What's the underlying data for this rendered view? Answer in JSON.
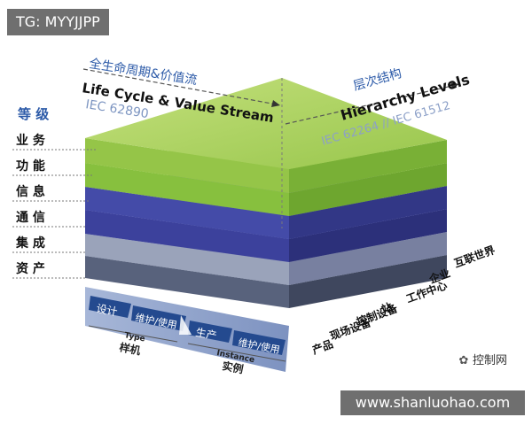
{
  "tag_label": "TG: MYYJJPP",
  "site_label": "www.shanluohao.com",
  "watermark": {
    "icon": "wechat-icon",
    "text": "控制网"
  },
  "axes": {
    "lifecycle_cn": "全生命周期&价值流",
    "lifecycle_en": "Life Cycle & Value Stream",
    "lifecycle_std": "IEC 62890",
    "hierarchy_cn": "层次结构",
    "hierarchy_en": "Hierarchy Levels",
    "hierarchy_std": "IEC 62264 // IEC 61512"
  },
  "layers_title": "等 级",
  "layers": [
    {
      "label": "业 务",
      "color": "#97c54b"
    },
    {
      "label": "功 能",
      "color": "#86bf3c"
    },
    {
      "label": "信 息",
      "color": "#424aa6"
    },
    {
      "label": "通 信",
      "color": "#3a3f9c"
    },
    {
      "label": "集 成",
      "color": "#8f98b0"
    },
    {
      "label": "资 产",
      "color": "#58627c"
    }
  ],
  "hierarchy_levels": [
    "互联世界",
    "企业",
    "工作中心",
    "站",
    "控制设备",
    "现场设备",
    "产品"
  ],
  "bottom_bar": {
    "type_label": "Type",
    "type_cn": "样机",
    "instance_label": "Instance",
    "instance_cn": "实例",
    "design": "设计",
    "maintain_use_1": "维护/使用",
    "production": "生产",
    "maintain_use_2": "维护/使用"
  },
  "colors": {
    "green": "#94c24a",
    "blue": "#3f46a3",
    "grey": "#8d96ac",
    "slate": "#5a6480",
    "bar": "#8ea1c9",
    "chip": "#244a8f",
    "text_blue": "#2c5aa8"
  }
}
